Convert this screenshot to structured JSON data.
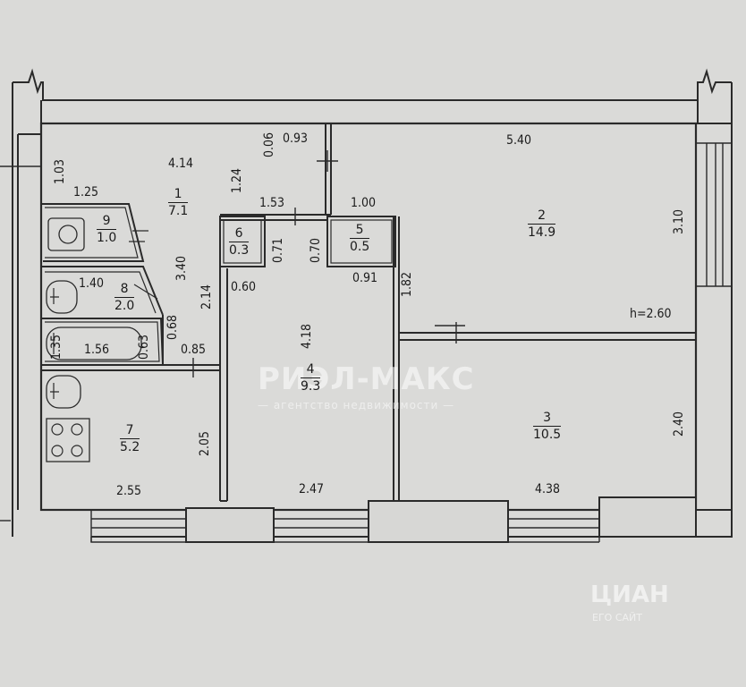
{
  "rooms": [
    {
      "id": "1",
      "area": "7.1"
    },
    {
      "id": "2",
      "area": "14.9"
    },
    {
      "id": "3",
      "area": "10.5"
    },
    {
      "id": "4",
      "area": "9.3"
    },
    {
      "id": "5",
      "area": "0.5"
    },
    {
      "id": "6",
      "area": "0.3"
    },
    {
      "id": "7",
      "area": "5.2"
    },
    {
      "id": "8",
      "area": "2.0"
    },
    {
      "id": "9",
      "area": "1.0"
    }
  ],
  "dimensions": {
    "d_1_03": "1.03",
    "d_4_14": "4.14",
    "d_1_24": "1.24",
    "d_0_06": "0.06",
    "d_0_93": "0.93",
    "d_5_40": "5.40",
    "d_1_25": "1.25",
    "d_3_10": "3.10",
    "d_1_53": "1.53",
    "d_1_00": "1.00",
    "d_0_71": "0.71",
    "d_0_70": "0.70",
    "d_3_40": "3.40",
    "d_1_40": "1.40",
    "d_2_14": "2.14",
    "d_0_60": "0.60",
    "d_0_91": "0.91",
    "d_1_82": "1.82",
    "d_h": "h=2.60",
    "d_4_18": "4.18",
    "d_1_35": "1.35",
    "d_1_56": "1.56",
    "d_0_63": "0.63",
    "d_0_68": "0.68",
    "d_0_85": "0.85",
    "d_2_05": "2.05",
    "d_2_40": "2.40",
    "d_2_55": "2.55",
    "d_2_47": "2.47",
    "d_4_38": "4.38"
  },
  "watermarks": {
    "agency": "РИЭЛ-МАКС",
    "agency_sub": "— агентство недвижимости —",
    "cian": "ЦИАН",
    "cian_sub": "ЕГО САЙТ"
  }
}
